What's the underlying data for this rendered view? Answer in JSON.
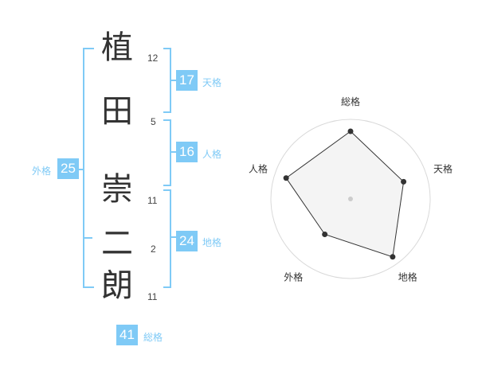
{
  "name_chars": [
    {
      "char": "植",
      "strokes": "12"
    },
    {
      "char": "田",
      "strokes": "5"
    },
    {
      "char": "崇",
      "strokes": "11"
    },
    {
      "char": "二",
      "strokes": "2"
    },
    {
      "char": "朗",
      "strokes": "11"
    }
  ],
  "scores": {
    "tenkaku": {
      "value": "17",
      "label": "天格"
    },
    "jinkaku": {
      "value": "16",
      "label": "人格"
    },
    "chikaku": {
      "value": "24",
      "label": "地格"
    },
    "gaikaku": {
      "value": "25",
      "label": "外格"
    },
    "soukaku": {
      "value": "41",
      "label": "総格"
    }
  },
  "colors": {
    "accent": "#7fcaf6",
    "text": "#333333",
    "radar_fill": "#f2f2f2",
    "radar_grid": "#d9d9d9",
    "radar_line": "#333333"
  },
  "chart_data": {
    "type": "radar",
    "axes": [
      "総格",
      "天格",
      "地格",
      "外格",
      "人格"
    ],
    "values": [
      0.85,
      0.7,
      0.9,
      0.55,
      0.85
    ],
    "max": 1,
    "rings": 5
  }
}
